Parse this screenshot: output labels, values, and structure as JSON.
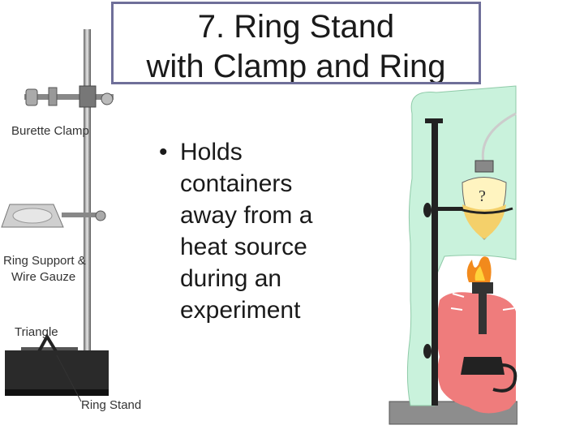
{
  "slide": {
    "title_line1": "7. Ring Stand",
    "title_line2": "with Clamp and Ring",
    "bullet_symbol": "•",
    "bullet_text": "Holds\ncontainers\naway from a\nheat source\nduring an\nexperiment"
  },
  "left_figure": {
    "labels": {
      "burette_clamp": "Burette Clamp",
      "ring_support_1": "Ring Support &",
      "ring_support_2": "Wire Gauze",
      "triangle": "Triangle",
      "ring_stand": "Ring Stand"
    }
  },
  "colors": {
    "title_border": "#6f6f99",
    "panel_green": "#c9f2dc",
    "panel_red": "#ef7c7c",
    "flame": "#f28a1c"
  }
}
